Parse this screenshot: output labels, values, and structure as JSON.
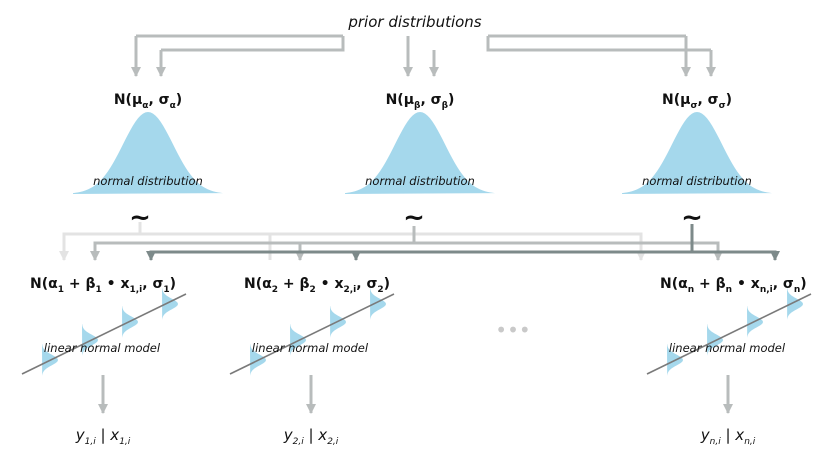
{
  "title": "prior distributions",
  "colors": {
    "bell": "#a5d8ec",
    "arrow_light": "#e3e3e3",
    "arrow_mid": "#b8bcbc",
    "arrow_dark": "#7d8a8a",
    "axis_line": "#7a7a7a"
  },
  "tilde": "~",
  "priors": [
    {
      "param_main": "N(μ",
      "param_sub1": "α",
      "param_mid": ", σ",
      "param_sub2": "α",
      "param_end": ")",
      "label": "normal distribution"
    },
    {
      "param_main": "N(μ",
      "param_sub1": "β",
      "param_mid": ", σ",
      "param_sub2": "β",
      "param_end": ")",
      "label": "normal distribution"
    },
    {
      "param_main": "N(μ",
      "param_sub1": "σ",
      "param_mid": ", σ",
      "param_sub2": "σ",
      "param_end": ")",
      "label": "normal distribution"
    }
  ],
  "models": [
    {
      "label": "linear normal model",
      "formula": [
        {
          "t": "N(α"
        },
        {
          "t": "1",
          "sub": true
        },
        {
          "t": " + β"
        },
        {
          "t": "1",
          "sub": true
        },
        {
          "t": " • x"
        },
        {
          "t": "1,i",
          "sub": true
        },
        {
          "t": ", σ"
        },
        {
          "t": "1",
          "sub": true
        },
        {
          "t": ")"
        }
      ],
      "y": "y",
      "y_sub": "1,i",
      "x": "x",
      "x_sub": "1,i"
    },
    {
      "label": "linear normal model",
      "formula": [
        {
          "t": "N(α"
        },
        {
          "t": "2",
          "sub": true
        },
        {
          "t": " + β"
        },
        {
          "t": "2",
          "sub": true
        },
        {
          "t": " • x"
        },
        {
          "t": "2,i",
          "sub": true
        },
        {
          "t": ", σ"
        },
        {
          "t": "2",
          "sub": true
        },
        {
          "t": ")"
        }
      ],
      "y": "y",
      "y_sub": "2,i",
      "x": "x",
      "x_sub": "2,i"
    },
    {
      "label": "linear normal model",
      "formula": [
        {
          "t": "N(α"
        },
        {
          "t": "n",
          "sub": true
        },
        {
          "t": " + β"
        },
        {
          "t": "n",
          "sub": true
        },
        {
          "t": " • x"
        },
        {
          "t": "n,i",
          "sub": true
        },
        {
          "t": ", σ"
        },
        {
          "t": "n",
          "sub": true
        },
        {
          "t": ")"
        }
      ],
      "y": "y",
      "y_sub": "n,i",
      "x": "x",
      "x_sub": "n,i"
    }
  ],
  "ellipsis": "•••",
  "given_bar": "|"
}
